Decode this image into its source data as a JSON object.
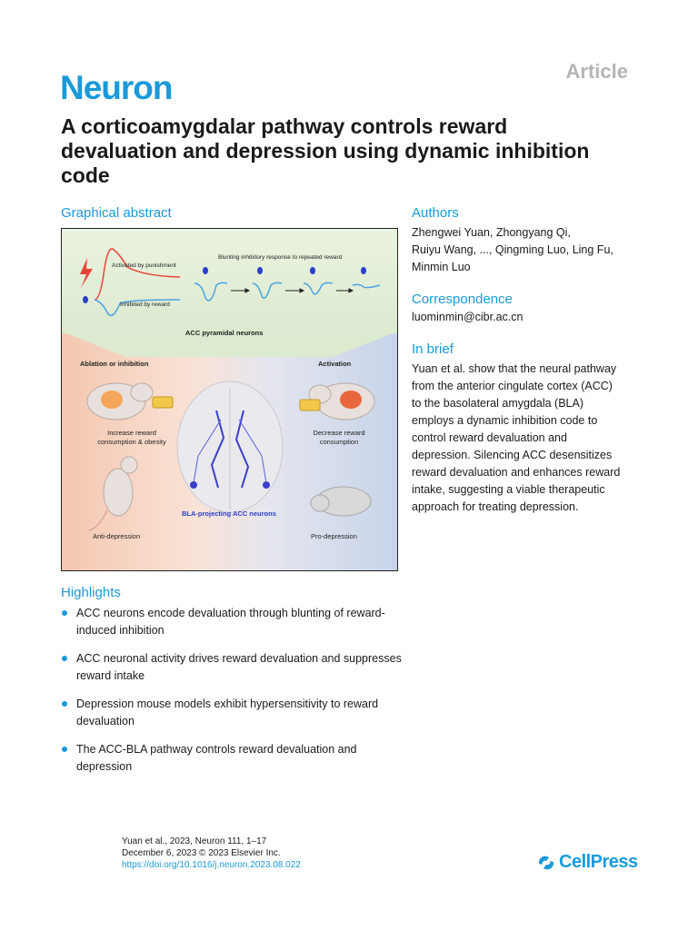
{
  "header": {
    "article_label": "Article",
    "journal": "Neuron",
    "title": "A corticoamygdalar pathway controls reward devaluation and depression using dynamic inhibition code"
  },
  "graphical_abstract": {
    "heading": "Graphical abstract",
    "labels": {
      "activated": "Activated by punishment",
      "inhibited": "Inhibited by reward",
      "blunting": "Blunting inhibitory response to repeated reward",
      "acc_pyramidal": "ACC pyramidal neurons",
      "ablation": "Ablation or inhibition",
      "activation": "Activation",
      "increase": "Increase reward\nconsumption & obesity",
      "decrease": "Decrease reward\nconsumption",
      "bla_projecting": "BLA-projecting ACC neurons",
      "anti_depression": "Anti-depression",
      "pro_depression": "Pro-depression"
    },
    "colors": {
      "red_trace": "#e8433a",
      "blue_trace": "#4aa3df",
      "bla_text": "#2a3fc8"
    }
  },
  "authors": {
    "heading": "Authors",
    "line1": "Zhengwei Yuan, Zhongyang Qi,",
    "line2": "Ruiyu Wang, ..., Qingming Luo, Ling Fu,",
    "line3": "Minmin Luo"
  },
  "correspondence": {
    "heading": "Correspondence",
    "email": "luominmin@cibr.ac.cn"
  },
  "in_brief": {
    "heading": "In brief",
    "lines": [
      "Yuan et al. show that the neural pathway",
      "from the anterior cingulate cortex (ACC)",
      "to the basolateral amygdala (BLA)",
      "employs a dynamic inhibition code to",
      "control reward devaluation and",
      "depression. Silencing ACC desensitizes",
      "reward devaluation and enhances reward",
      "intake, suggesting a viable therapeutic",
      "approach for treating depression."
    ]
  },
  "highlights": {
    "heading": "Highlights",
    "items": [
      "ACC neurons encode devaluation through blunting of reward-induced inhibition",
      "ACC neuronal activity drives reward devaluation and suppresses reward intake",
      "Depression mouse models exhibit hypersensitivity to reward devaluation",
      "The ACC-BLA pathway controls reward devaluation and depression"
    ]
  },
  "footer": {
    "citation": "Yuan et al., 2023, Neuron 111, 1–17",
    "date": "December 6, 2023 © 2023 Elsevier Inc.",
    "doi": "https://doi.org/10.1016/j.neuron.2023.08.022",
    "publisher": "CellPress"
  },
  "theme": {
    "accent": "#1a9ad9",
    "muted": "#b5b5b5"
  }
}
